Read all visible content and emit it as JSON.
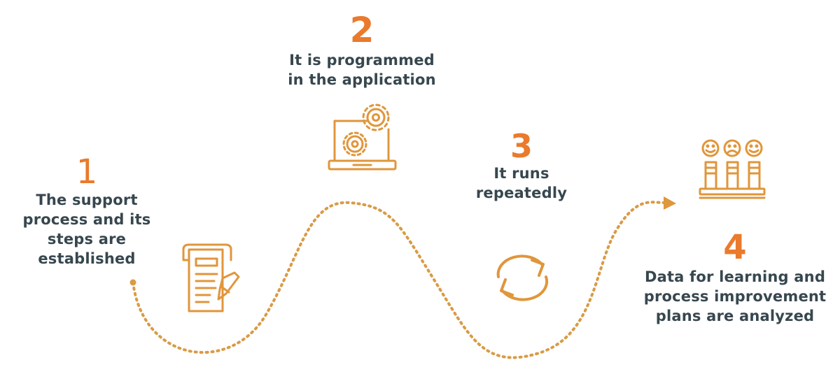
{
  "colors": {
    "accent_number": "#ea7a2c",
    "icon_stroke": "#e0963b",
    "path_dots": "#d99b45",
    "text": "#37474f"
  },
  "steps": [
    {
      "number": "1",
      "label": "The support\nprocess and its\nsteps are\nestablished",
      "icon": "document-pencil-icon"
    },
    {
      "number": "2",
      "label": "It is programmed\nin the application",
      "icon": "laptop-gears-icon"
    },
    {
      "number": "3",
      "label": "It runs\nrepeatedly",
      "icon": "repeat-cycle-icon"
    },
    {
      "number": "4",
      "label": "Data for learning and\nprocess improvement\nplans are analyzed",
      "icon": "feedback-faces-icon"
    }
  ]
}
